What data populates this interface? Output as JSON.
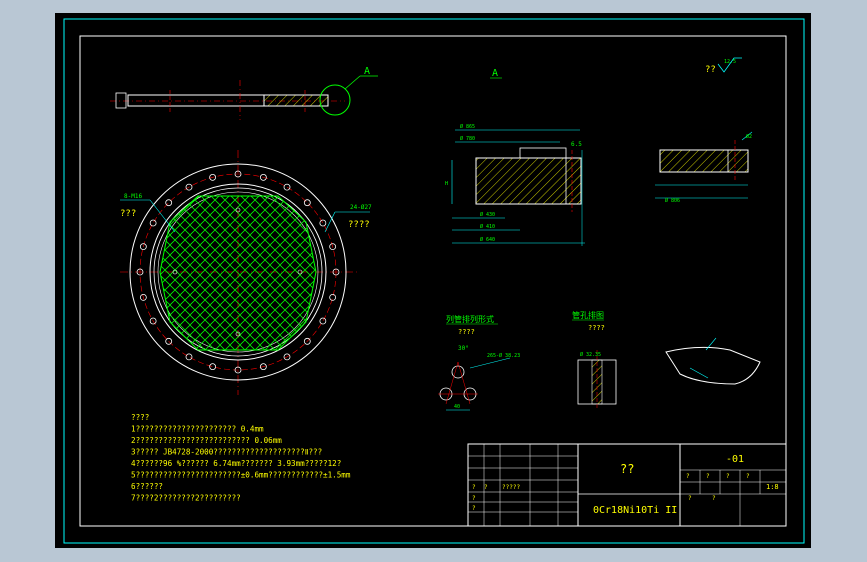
{
  "labels": {
    "detail_mark_top": "A",
    "detail_mark_title": "A",
    "roughness_prefix": "??",
    "roughness_value": "12.5",
    "hole_callout": "8-M16",
    "hole_callout_sub": "???",
    "hole_callout_right": "24-Ø27",
    "hole_callout_right_sub": "????",
    "dim_865": "Ø 865",
    "dim_780": "Ø 780",
    "dim_h": "H",
    "dim_430": "Ø 430",
    "dim_410": "Ø 410",
    "dim_640": "Ø 640",
    "dim_angle": "6.5",
    "dim_right_top": "Ø2",
    "dim_right_bottom": "Ø 806",
    "tube_arrangement_title": "列管排列形式",
    "tube_arrangement_sub": "????",
    "tube_hole_title": "管孔排图",
    "tube_hole_sub": "????",
    "tube_pitch": "30°",
    "tube_dim": "265-Ø 38.23",
    "tube_spacing": "40",
    "tube_hole_dim": "Ø 32.35"
  },
  "notes": [
    "????",
    "1??????????????????????          0.4mm",
    "2?????????????????????????          0.06mm",
    "3?????   JB4728-2000????????????????????Ⅱ???",
    "4??????96   %??????   6.74mm???????    3.93mm?????12?",
    "5???????????????????????±0.6mm????????????±1.5mm",
    "6??????",
    "7????2????????2?????????"
  ],
  "title_block": {
    "part_name": "??",
    "drawing_no": "-01",
    "material": "0Cr18Ni10Ti II",
    "scale": "1:8",
    "left_cells": [
      "?",
      "?",
      "?????",
      "?",
      "?"
    ],
    "small_marks": [
      "?",
      "?",
      "?",
      "?",
      "?",
      "?"
    ]
  },
  "colors": {
    "frame": "#00ffff",
    "line": "#ffffff",
    "hatch": "#00ff00",
    "center": "#ff0000",
    "dim": "#00ffff",
    "text_yellow": "#ffff00",
    "viewport": "#000000"
  }
}
